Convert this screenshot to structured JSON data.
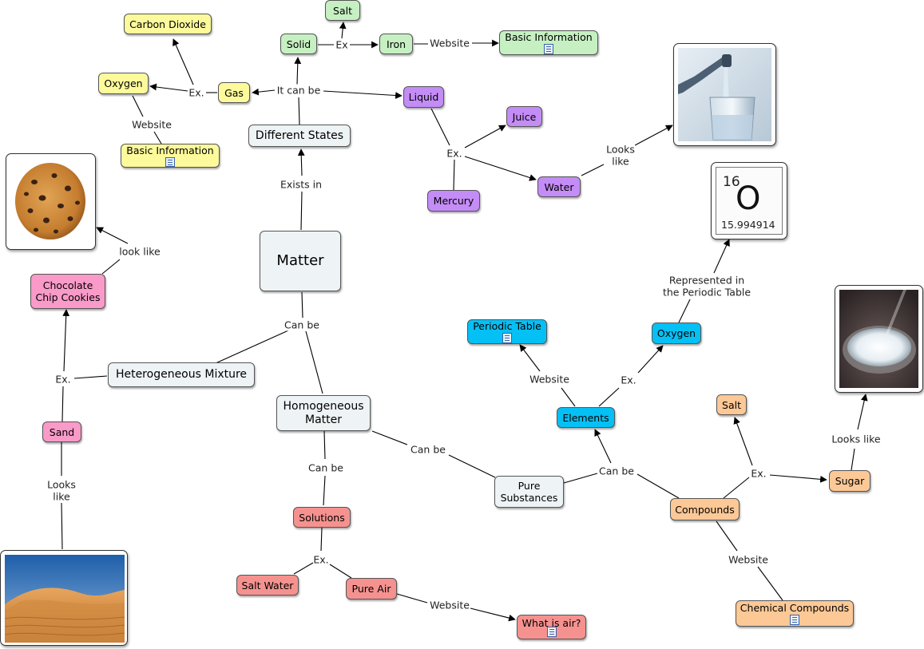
{
  "nodes": {
    "matter": "Matter",
    "different_states": "Different States",
    "solid": "Solid",
    "salt_top": "Salt",
    "iron": "Iron",
    "basic_info_green": "Basic Information",
    "gas": "Gas",
    "oxygen_yellow": "Oxygen",
    "carbon_dioxide": "Carbon Dioxide",
    "basic_info_yellow": "Basic Information",
    "liquid": "Liquid",
    "juice": "Juice",
    "water": "Water",
    "mercury": "Mercury",
    "heterogeneous": "Heterogeneous Mixture",
    "choc_line1": "Chocolate",
    "choc_line2": "Chip Cookies",
    "sand": "Sand",
    "homog_line1": "Homogeneous",
    "homog_line2": "Matter",
    "solutions": "Solutions",
    "salt_water": "Salt Water",
    "pure_air": "Pure Air",
    "what_is_air": "What is air?",
    "pure_line1": "Pure",
    "pure_line2": "Substances",
    "elements": "Elements",
    "periodic_table": "Periodic Table",
    "oxygen_blue": "Oxygen",
    "compounds": "Compounds",
    "salt_orange": "Salt",
    "sugar": "Sugar",
    "chemical_compounds": "Chemical Compounds"
  },
  "links": {
    "exists_in": "Exists in",
    "it_can_be": "It can be",
    "ex_solid": "Ex",
    "website_iron": "Website",
    "ex_gas": "Ex.",
    "website_oxygen": "Website",
    "ex_liquid": "Ex.",
    "looks_like_water_1": "Looks",
    "looks_like_water_2": "like",
    "can_be_matter": "Can be",
    "look_like_cookies": "look like",
    "ex_hetero": "Ex.",
    "looks_like_sand_1": "Looks",
    "looks_like_sand_2": "like",
    "can_be_homog": "Can be",
    "can_be_homog_pure": "Can be",
    "ex_solutions": "Ex.",
    "website_air": "Website",
    "can_be_pure": "Can be",
    "website_elements": "Website",
    "ex_elements": "Ex.",
    "represented_1": "Represented in",
    "represented_2": "the Periodic Table",
    "ex_compounds": "Ex.",
    "looks_like_sugar": "Looks like",
    "website_compounds": "Website"
  },
  "periodic": {
    "number": "16",
    "symbol": "O",
    "mass": "15.994914"
  },
  "colors": {
    "green": "#c6f0c2",
    "yellow": "#fdfa9c",
    "purple": "#c48cf6",
    "pink": "#f99ac8",
    "grey": "#eef3f5",
    "red": "#f5928f",
    "blue": "#05c0f4",
    "orange": "#fcc896"
  }
}
